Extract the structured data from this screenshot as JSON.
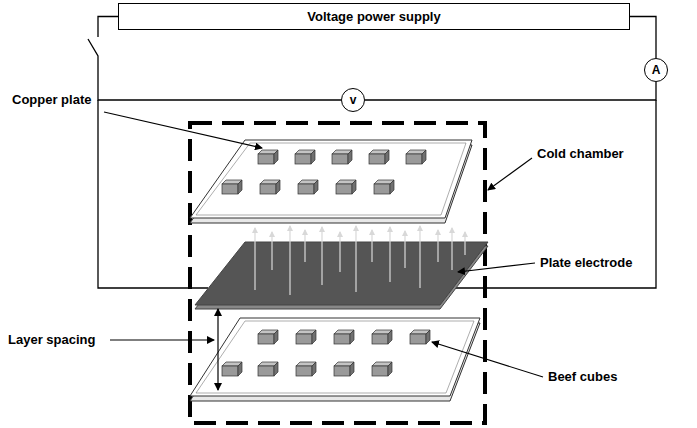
{
  "diagram": {
    "nodes": [
      {
        "text": [
          "Voltage power supply"
        ]
      },
      {
        "text": [
          "A"
        ]
      },
      {
        "text": [
          "v"
        ]
      }
    ],
    "edges": [
      {
        "from": 0,
        "to": 1,
        "arrow": "none"
      },
      {
        "from": 0,
        "to": 2,
        "arrow": "none"
      },
      {
        "from": 1,
        "to": 2,
        "arrow": "none"
      }
    ],
    "labels": [
      "Copper plate",
      "Cold chamber",
      "Plate electrode",
      "Layer spacing",
      "Beef cubes"
    ]
  }
}
